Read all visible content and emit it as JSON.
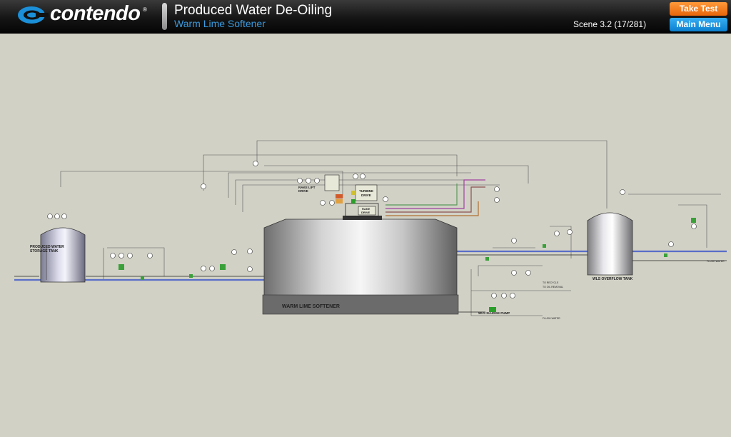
{
  "header": {
    "logo_text": "contendo",
    "logo_reg": "®",
    "title": "Produced Water De-Oiling",
    "subtitle": "Warm Lime Softener",
    "scene": "Scene 3.2 (17/281)",
    "take_test_label": "Take Test",
    "main_menu_label": "Main Menu",
    "colors": {
      "accent_blue": "#3a9be0",
      "take_test": "#f07a1a",
      "main_menu": "#1b93de"
    }
  },
  "diagram": {
    "storage_tank_label_1": "PRODUCED WATER",
    "storage_tank_label_2": "STORAGE TANK",
    "softener_label": "WARM LIME SOFTENER",
    "overflow_tank_label": "WLS OVERFLOW TANK",
    "sludge_pump_label": "WLS SLUDGE PUMP",
    "rake_lift_label_1": "RAKE LIFT",
    "rake_lift_label_2": "DRIVE",
    "turbine_label_1": "TURBINE",
    "turbine_label_2": "DRIVE",
    "rake_drive_label_1": "RAKE",
    "rake_drive_label_2": "DRIVE",
    "flush_water_label": "FLUSH WATER",
    "flush_water_label_2": "FLUSH WATER",
    "to_recycle_label": "TO RECYCLE",
    "to_oil_removal_label": "TO OIL REMOVAL"
  }
}
